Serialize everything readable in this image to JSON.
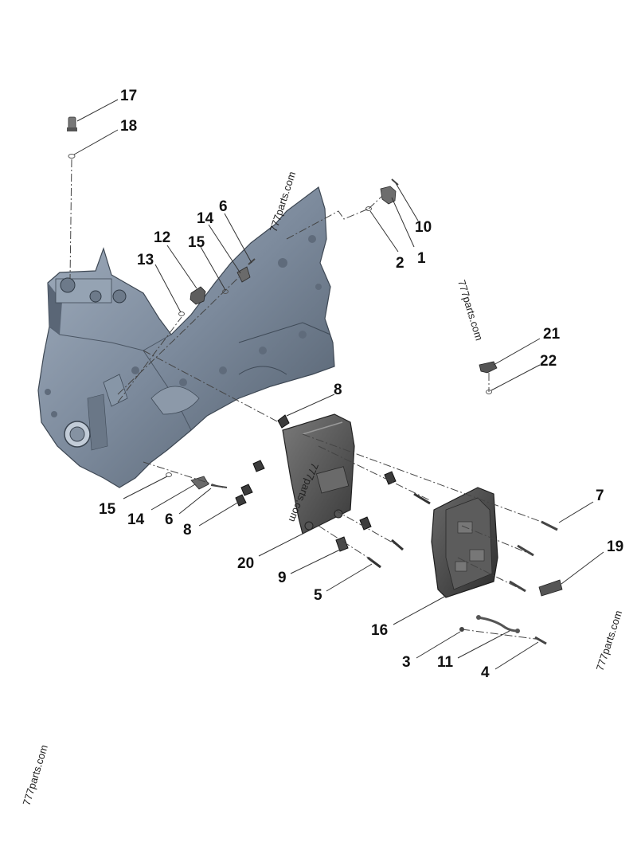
{
  "diagram": {
    "callouts": [
      "17",
      "18",
      "6",
      "14",
      "12",
      "15",
      "13",
      "10",
      "2",
      "1",
      "21",
      "22",
      "8",
      "7",
      "19",
      "15",
      "14",
      "6",
      "8",
      "20",
      "9",
      "5",
      "16",
      "3",
      "11",
      "4"
    ],
    "watermark": "777parts.com",
    "colors": {
      "block_body": "#7c8a9c",
      "block_shadow": "#4f5b69",
      "block_highlight": "#aab6c4",
      "ecm_dark": "#3c3c3c",
      "ecm_mid": "#5b5b5b",
      "ecm_light": "#8a8a8a"
    }
  }
}
